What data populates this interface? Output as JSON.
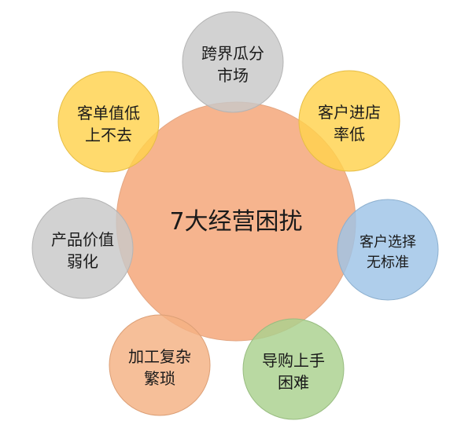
{
  "center": {
    "title": "7大经营困扰",
    "color": "#F6B48E"
  },
  "items": [
    {
      "line1": "跨界瓜分",
      "line2": "市场",
      "color": "#C8C8C8"
    },
    {
      "line1": "客户进店",
      "line2": "率低",
      "color": "#FFD24D"
    },
    {
      "line1": "客户选择",
      "line2": "无标准",
      "color": "#9DC3E6"
    },
    {
      "line1": "导购上手",
      "line2": "困难",
      "color": "#A9D18E"
    },
    {
      "line1": "加工复杂",
      "line2": "繁琐",
      "color": "#F4B183"
    },
    {
      "line1": "产品价值",
      "line2": "弱化",
      "color": "#C8C8C8"
    },
    {
      "line1": "客单值低",
      "line2": "上不去",
      "color": "#FFD24D"
    }
  ]
}
